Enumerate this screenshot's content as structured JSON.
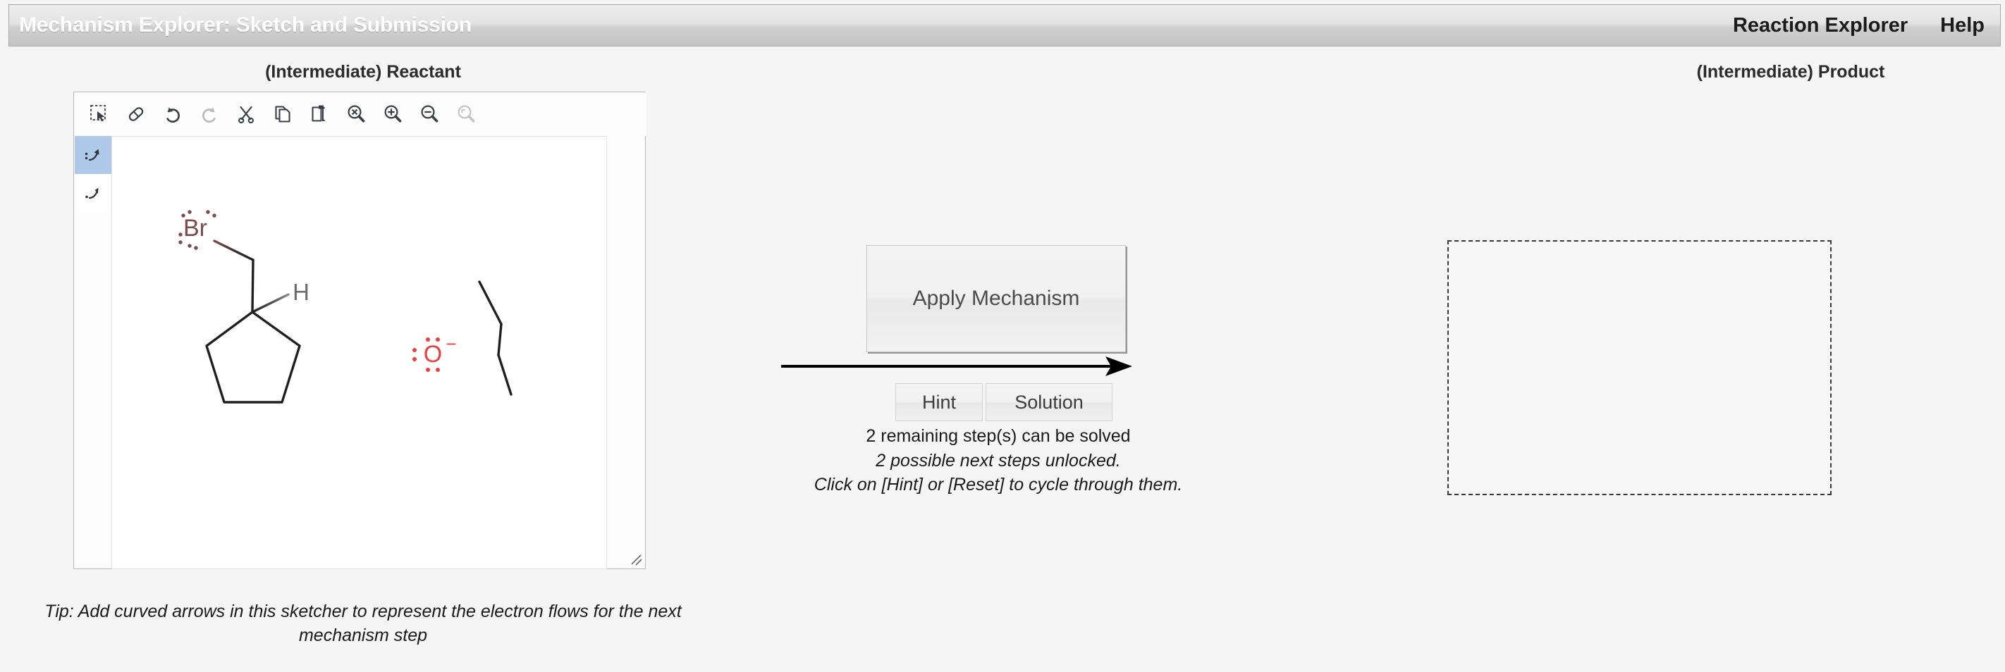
{
  "menubar": {
    "title": "Mechanism Explorer: Sketch and Submission",
    "items": [
      {
        "label": "Reaction Explorer",
        "name": "menu-reaction-explorer"
      },
      {
        "label": "Help",
        "name": "menu-help"
      }
    ]
  },
  "headings": {
    "reactant": "(Intermediate) Reactant",
    "product": "(Intermediate) Product"
  },
  "sketcher": {
    "toolbar": [
      {
        "name": "select-icon",
        "title": "Select",
        "enabled": true
      },
      {
        "name": "eraser-icon",
        "title": "Erase",
        "enabled": true
      },
      {
        "name": "undo-icon",
        "title": "Undo",
        "enabled": true
      },
      {
        "name": "redo-icon",
        "title": "Redo",
        "enabled": false
      },
      {
        "name": "cut-scissors-icon",
        "title": "Cut",
        "enabled": true
      },
      {
        "name": "copy-icon",
        "title": "Copy",
        "enabled": true
      },
      {
        "name": "paste-icon",
        "title": "Paste",
        "enabled": true
      },
      {
        "name": "zoom-reset-icon",
        "title": "Reset Zoom",
        "enabled": true
      },
      {
        "name": "zoom-in-icon",
        "title": "Zoom In",
        "enabled": true
      },
      {
        "name": "zoom-out-icon",
        "title": "Zoom Out",
        "enabled": true
      },
      {
        "name": "zoom-region-icon",
        "title": "Zoom Region",
        "enabled": false
      }
    ],
    "tools": [
      {
        "name": "two-electron-arrow-tool",
        "title": "Two-electron curved arrow",
        "active": true
      },
      {
        "name": "one-electron-arrow-tool",
        "title": "Single-electron fishhook arrow",
        "active": false
      }
    ],
    "molecules": {
      "reactant_1": {
        "name": "bromomethyl-cyclopentane",
        "atom_labels": [
          "Br",
          "H"
        ],
        "br_color": "#7d4a4c",
        "h_color": "#6b6b6b",
        "bond_color": "#1f1f1f"
      },
      "reactant_2": {
        "name": "sec-butoxide",
        "atom_labels": [
          "O"
        ],
        "charge": "−",
        "o_color": "#e8413f",
        "bond_color": "#1f1f1f"
      }
    }
  },
  "tip": "Tip: Add curved arrows in this sketcher to represent the electron flows for the next mechanism step",
  "controls": {
    "apply_label": "Apply Mechanism",
    "hint_label": "Hint",
    "solution_label": "Solution"
  },
  "status": {
    "line1": "2 remaining step(s) can be solved",
    "line2": "2 possible next steps unlocked.",
    "line3": "Click on [Hint] or [Reset] to cycle through them."
  },
  "colors": {
    "page_bg": "#f5f5f5",
    "menubar_top": "#ededed",
    "menubar_bottom": "#c4c4c4",
    "tool_active": "#aec9ea",
    "oxygen_red": "#e8413f",
    "bromine_maroon": "#7d4a4c"
  }
}
